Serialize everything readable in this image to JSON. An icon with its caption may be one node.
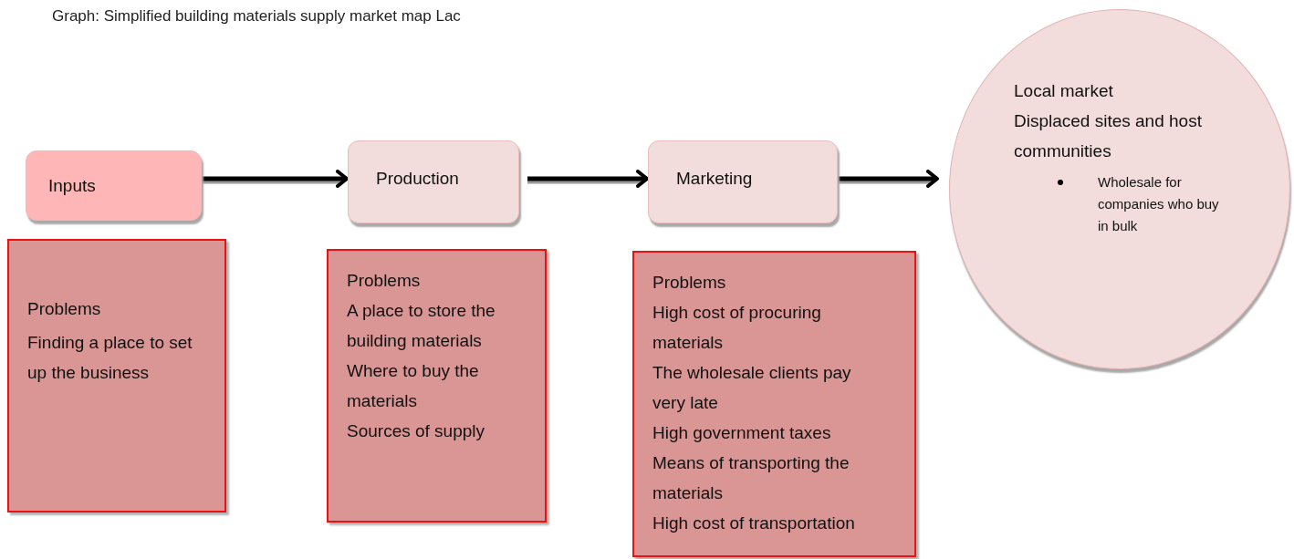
{
  "diagram": {
    "title": "Graph: Simplified building materials supply market map Lac",
    "nodes": [
      {
        "text": [
          "Inputs"
        ]
      },
      {
        "text": [
          "Production"
        ]
      },
      {
        "text": [
          "Marketing"
        ]
      },
      {
        "text": [
          "Local market",
          "Displaced sites and host communities",
          "Wholesale for companies who buy in bulk"
        ]
      },
      {
        "text": [
          "Problems",
          "Finding a place to set up the business"
        ]
      },
      {
        "text": [
          "Problems",
          "A place to store the building materials",
          "Where to buy the materials",
          "Sources of supply"
        ]
      },
      {
        "text": [
          "Problems",
          "High cost of procuring materials",
          "The wholesale clients pay very late",
          "High government taxes",
          "Means of transporting the materials",
          "High cost of transportation"
        ]
      }
    ],
    "edges": [
      {
        "from": 0,
        "to": 1,
        "arrow": "to"
      },
      {
        "from": 1,
        "to": 2,
        "arrow": "to"
      },
      {
        "from": 2,
        "to": 3,
        "arrow": "to"
      }
    ]
  }
}
